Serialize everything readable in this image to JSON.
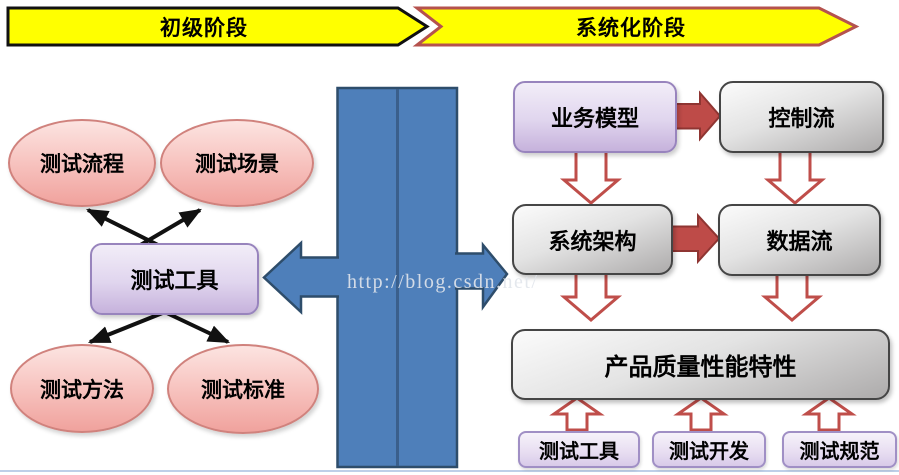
{
  "stage_banners": {
    "stage1": {
      "label": "初级阶段"
    },
    "stage2": {
      "label": "系统化阶段"
    }
  },
  "initial_stage": {
    "test_process": "测试流程",
    "test_scenario": "测试场景",
    "center_tool": "测试工具",
    "test_method": "测试方法",
    "test_standard": "测试标准"
  },
  "systematic_stage": {
    "business_model": "业务模型",
    "control_flow": "控制流",
    "system_architecture": "系统架构",
    "data_flow": "数据流",
    "product_quality": "产品质量性能特性",
    "test_tools": "测试工具",
    "test_development": "测试开发",
    "test_specification": "测试规范"
  },
  "watermark": "http://blog.csdn.net/",
  "colors": {
    "banner_fill": "#FFFF00",
    "banner1_border": "#111111",
    "banner2_border": "#B5524E",
    "blue_fill": "#4E7FBA",
    "blue_border": "#2E4D6B",
    "blue_divider": "#3A5F8C",
    "red_arrow_fill": "#BE4B48",
    "red_arrow_border": "#8F3532",
    "hollow_arrow_fill": "#FFFFFF",
    "hollow_arrow_border": "#BF4E4A",
    "black_arrow": "#111111",
    "pink_border": "#D0827D",
    "purple_border": "#9884BD",
    "gray_border": "#454545"
  }
}
